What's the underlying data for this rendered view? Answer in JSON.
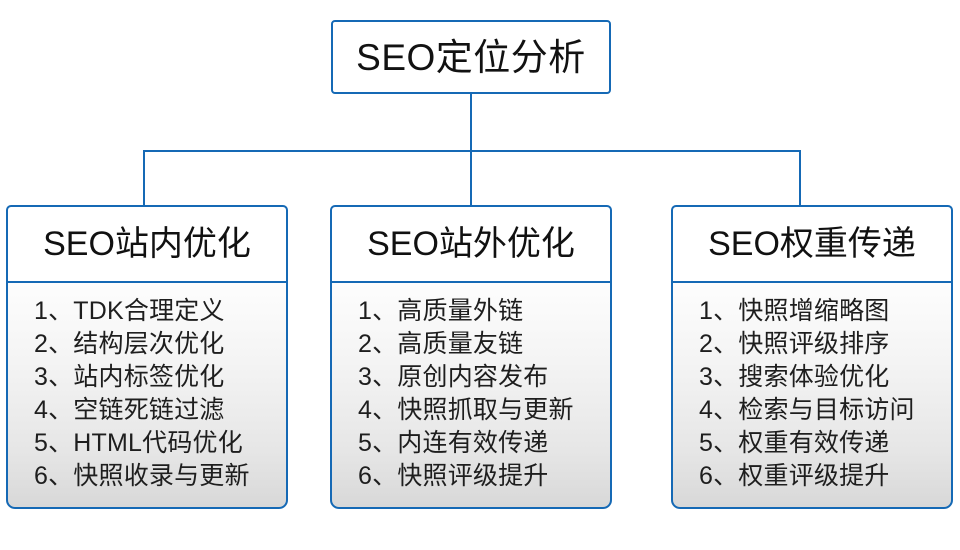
{
  "diagram": {
    "type": "org-tree",
    "colors": {
      "border": "#1569b5",
      "text": "#111111",
      "panel_gradient_top": "#fdfdfd",
      "panel_gradient_bottom": "#d8d8d8",
      "background": "#ffffff"
    },
    "root": {
      "label": "SEO定位分析"
    },
    "branches": [
      {
        "header": "SEO站内优化",
        "items": [
          "1、TDK合理定义",
          "2、结构层次优化",
          "3、站内标签优化",
          "4、空链死链过滤",
          "5、HTML代码优化",
          "6、快照收录与更新"
        ]
      },
      {
        "header": "SEO站外优化",
        "items": [
          "1、高质量外链",
          "2、高质量友链",
          "3、原创内容发布",
          "4、快照抓取与更新",
          "5、内连有效传递",
          "6、快照评级提升"
        ]
      },
      {
        "header": "SEO权重传递",
        "items": [
          "1、快照增缩略图",
          "2、快照评级排序",
          "3、搜索体验优化",
          "4、检索与目标访问",
          "5、权重有效传递",
          "6、权重评级提升"
        ]
      }
    ]
  }
}
